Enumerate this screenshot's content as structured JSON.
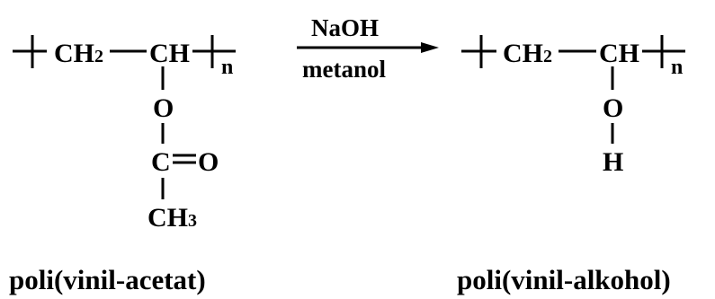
{
  "reactant": {
    "ch2": "CH",
    "ch2_sub": "2",
    "ch": "CH",
    "repeat": "n",
    "o": "O",
    "c": "C",
    "o_double": "O",
    "ch3": "CH",
    "ch3_sub": "3",
    "name": "poli(vinil-acetat)"
  },
  "reaction": {
    "reagent": "NaOH",
    "solvent": "metanol"
  },
  "product": {
    "ch2": "CH",
    "ch2_sub": "2",
    "ch": "CH",
    "repeat": "n",
    "o": "O",
    "h": "H",
    "name": "poli(vinil-alkohol)"
  }
}
